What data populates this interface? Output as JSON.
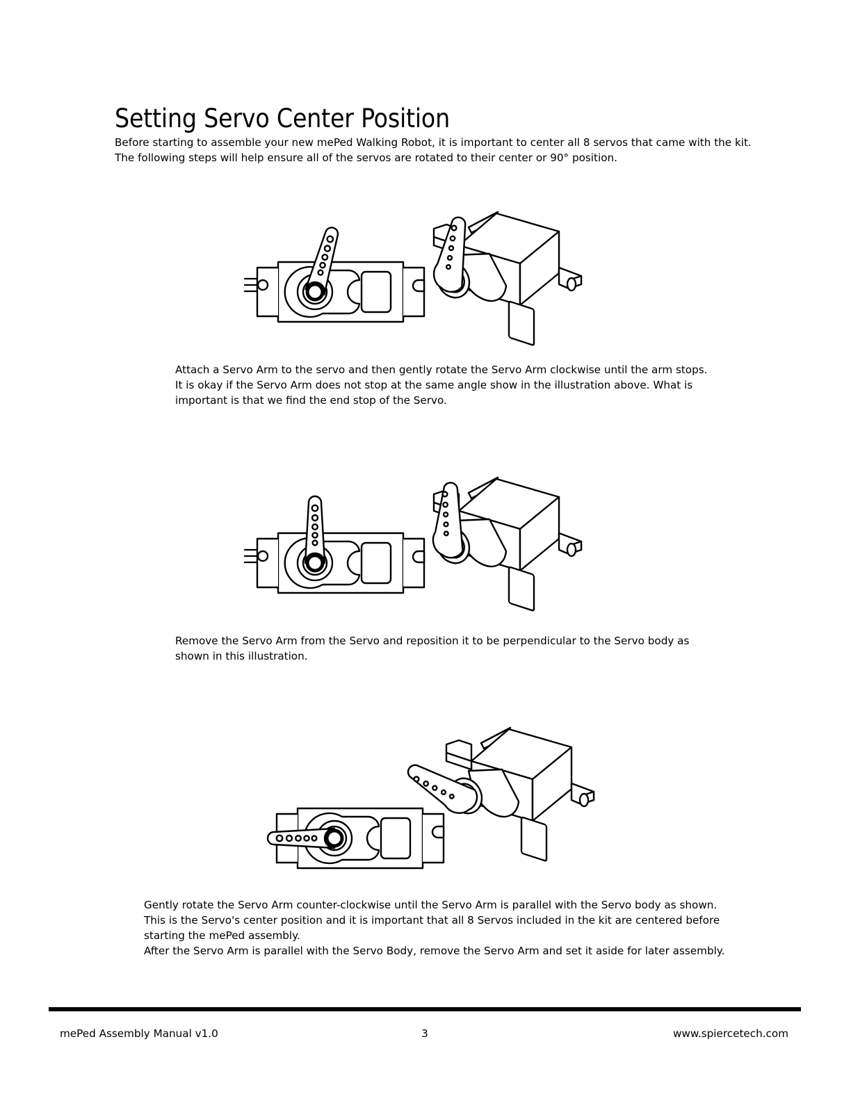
{
  "document": {
    "title": "Setting Servo Center Position",
    "intro_lines": [
      "Before starting to assemble your new mePed Walking Robot, it is important to center all 8 servos that came with the kit.",
      "The following steps will help ensure all of the servos are rotated to their center or 90° position."
    ]
  },
  "steps": [
    {
      "figure_name": "servo-arm-clockwise-endstop-illustration",
      "top_view_label": "servo-top-view",
      "iso_view_label": "servo-isometric-view",
      "arm_position": "rotated clockwise to end stop",
      "caption_lines": [
        "Attach a Servo Arm to the servo and then gently rotate the Servo Arm clockwise until the arm stops.",
        "It is okay if the Servo Arm does not stop at the same angle show in the illustration above.  What is",
        "important is that we find the end stop of the Servo."
      ]
    },
    {
      "figure_name": "servo-arm-perpendicular-illustration",
      "top_view_label": "servo-top-view",
      "iso_view_label": "servo-isometric-view",
      "arm_position": "perpendicular to servo body",
      "caption_lines": [
        "Remove the Servo Arm from the Servo and reposition it to be perpendicular to the Servo body as",
        "shown in this illustration."
      ]
    },
    {
      "figure_name": "servo-arm-parallel-centered-illustration",
      "top_view_label": "servo-top-view",
      "iso_view_label": "servo-isometric-view",
      "arm_position": "parallel with servo body (centered)",
      "caption_lines": [
        "Gently rotate the Servo Arm counter-clockwise until the Servo Arm is parallel with the Servo body as shown.",
        "This is the Servo's center position and it is important that all 8 Servos included in the kit are centered before",
        "starting the mePed assembly.",
        "After the Servo Arm is parallel with the Servo Body, remove the Servo Arm and set it aside for later assembly."
      ]
    }
  ],
  "footer": {
    "left": "mePed Assembly Manual v1.0",
    "page_number": "3",
    "right": "www.spiercetech.com"
  },
  "colors": {
    "ink": "#000000",
    "paper": "#ffffff"
  }
}
